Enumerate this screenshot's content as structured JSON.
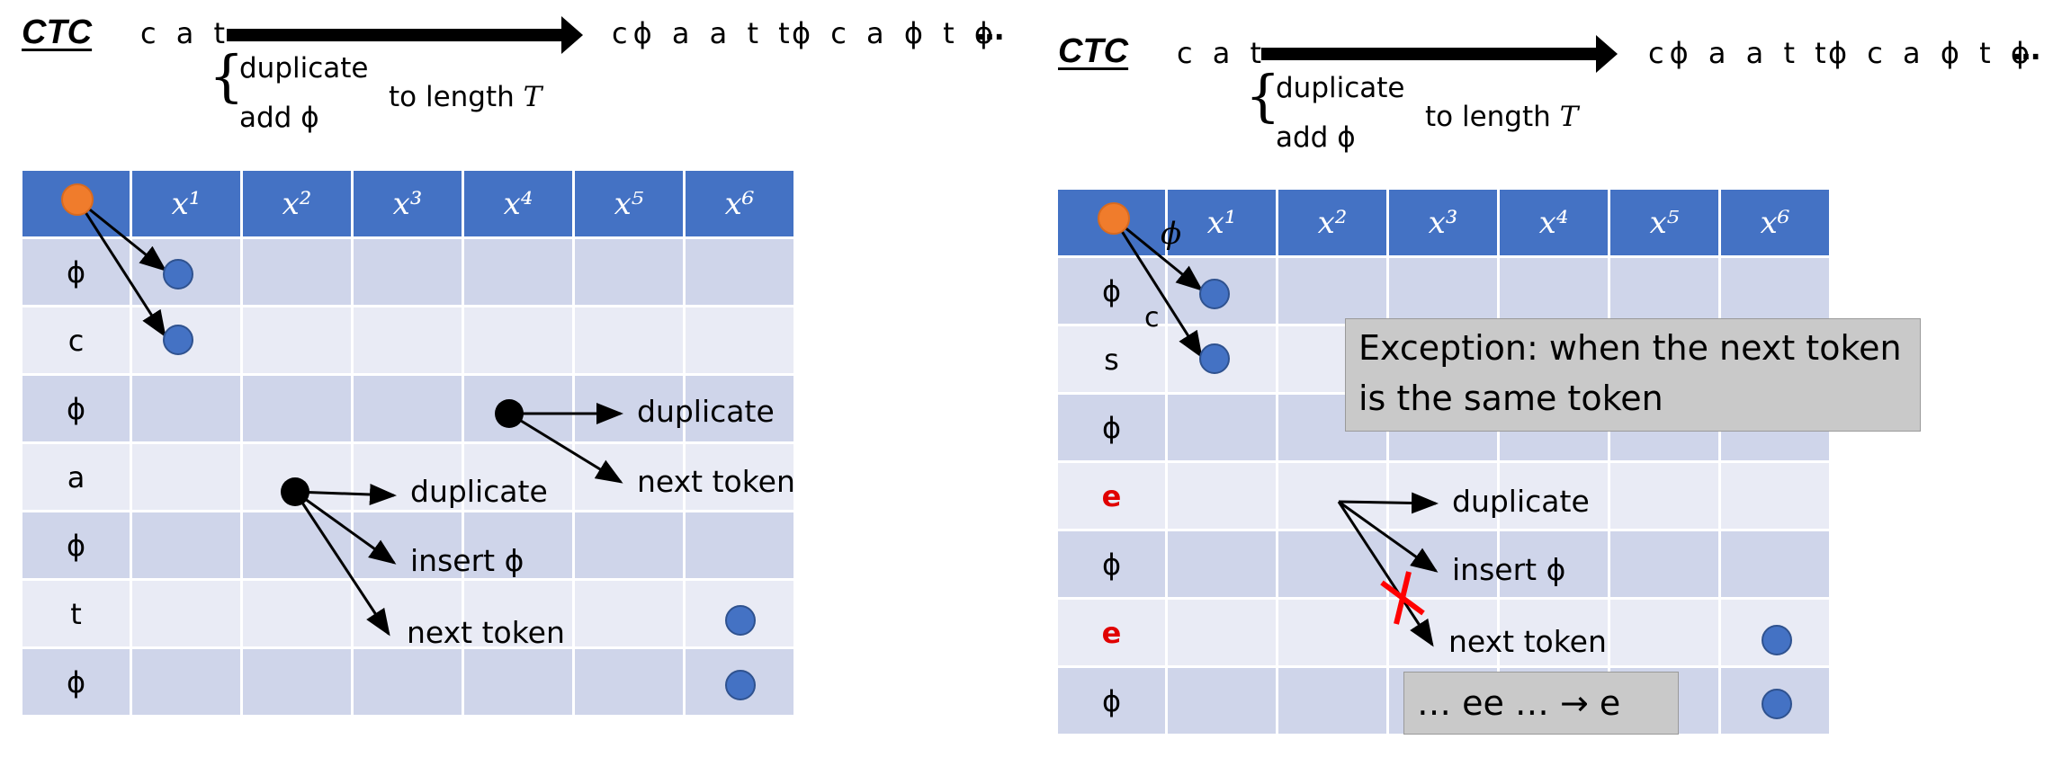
{
  "left": {
    "title": "CTC",
    "input_seq": "c a t",
    "output_seq_1": "cϕ a a t t",
    "output_seq_2": "ϕ c a ϕ t ϕ",
    "ellipsis": "…",
    "brace_line_1": "duplicate",
    "brace_line_2": "add ϕ",
    "length_prefix": "to length ",
    "length_var": "T",
    "col_headers": [
      "x¹",
      "x²",
      "x³",
      "x⁴",
      "x⁵",
      "x⁶"
    ],
    "rows": [
      "ϕ",
      "c",
      "ϕ",
      "a",
      "ϕ",
      "t",
      "ϕ"
    ],
    "labels": {
      "dup_upper": "duplicate",
      "next_upper": "next token",
      "dup_lower": "duplicate",
      "insert_lower": "insert ϕ",
      "next_lower": "next token"
    }
  },
  "right": {
    "title": "CTC",
    "input_seq": "c a t",
    "output_seq_1": "cϕ a a t t",
    "output_seq_2": "ϕ c a ϕ t ϕ",
    "ellipsis": "…",
    "brace_line_1": "duplicate",
    "brace_line_2": "add ϕ",
    "length_prefix": "to length ",
    "length_var": "T",
    "col_headers": [
      "x¹",
      "x²",
      "x³",
      "x⁴",
      "x⁵",
      "x⁶"
    ],
    "rows": [
      "ϕ",
      "s",
      "ϕ",
      "e",
      "ϕ",
      "e",
      "ϕ"
    ],
    "arrow_labels": {
      "phi": "ϕ",
      "c": "c"
    },
    "labels": {
      "duplicate": "duplicate",
      "insert": "insert ϕ",
      "next": "next token"
    },
    "exception_box": "Exception: when the next token is the same token",
    "merge_box": "… ee … → e"
  },
  "colors": {
    "header_blue": "#4472c4",
    "row_dark": "#cfd5ea",
    "row_light": "#e9ebf5",
    "start_node": "#f07c2c",
    "end_node": "#4472c4",
    "cross": "#ff0000",
    "highlight_text": "#e00000"
  }
}
